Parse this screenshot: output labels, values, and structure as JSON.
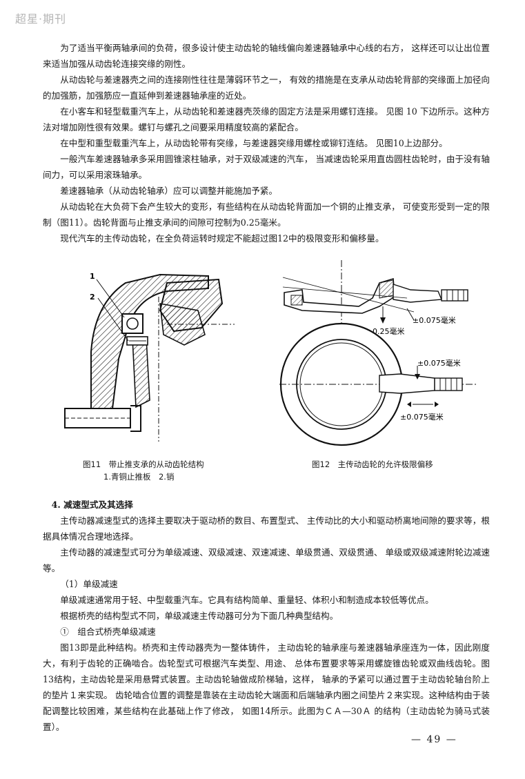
{
  "header": {
    "watermark": "超星·期刊"
  },
  "paragraphs_top": [
    "为了适当平衡两轴承间的负荷，很多设计使主动齿轮的轴线偏向差速器轴承中心线的右方， 这样还可以让出位置来适当加强从动齿轮连接突缘的刚性。",
    "从动齿轮与差速器壳之间的连接刚性往往是薄弱环节之一， 有效的措施是在支承从动齿轮背部的突缘面上加径向的加强筋，加强筋应一直延伸到差速器轴承座的近处。",
    "在小客车和轻型载重汽车上，从动齿轮和差速器壳茨缘的固定方法是采用螺钉连接。 见图 10 下边所示。这种方法对增加刚性很有效果。螺钉与螺孔之间要采用精度较高的紧配合。",
    "在中型和重型载重汽车上，从动齿轮带有突缘，与差速器突缘用螺栓或铆钉连结。 见图10上边部分。",
    "一般汽车差速器轴承多采用圆锥滚柱轴承，对于双级减速的汽车， 当减速齿轮采用直齿圆柱齿轮时，由于没有轴间力，可以采用滚珠轴承。",
    "差速器轴承（从动齿轮轴承）应可以调整并能施加予紧。",
    "从动齿轮在大负荷下会产生较大的变形，有些结构在从动齿轮背面加一个铜的止推支承， 可使变形受到一定的限制（图11）。齿轮背面与止推支承间的间隙可控制为0.25毫米。",
    "现代汽车的主传动齿轮，在全负荷运转时规定不能超过图12中的极限变形和偏移量。"
  ],
  "figure11": {
    "labels": [
      "1",
      "2"
    ],
    "caption_line1": "图11　带止推支承的从动齿轮结构",
    "caption_line2": "1.青铜止推板　2.销"
  },
  "figure12": {
    "dim_top": "±0.075毫米",
    "dim_gap": "0.25毫米",
    "dim_mid": "±0.075毫米",
    "dim_bottom": "±0.075毫米",
    "caption": "图12　主传动齿轮的允许极限偏移"
  },
  "section_heading": "4. 减速型式及其选择",
  "paragraphs_bottom": [
    "主传动器减速型式的选择主要取决于驱动桥的数目、布置型式、 主传动比的大小和驱动桥离地间隙的要求等，根据具体情况合理地选择。",
    "主传动器的减速型式可分为单级减速、双级减速、双速减速、单级贯通、双级贯通、 单级或双级减速附轮边减速等。",
    "（1）单级减速",
    "单级减速通常用于轻、中型载重汽车。它具有结构简单、重量轻、体积小和制造成本较低等优点。",
    "根据桥壳的结构型式不同，单级减速主传动器可分为下面几种典型结构。",
    "①　组合式桥壳单级减速",
    "图13即是此种结构。桥壳和主传动器壳为一整体铸件， 主动齿轮的轴承座与差速器轴承座连为一体，因此刚度大，有利于齿轮的正确啮合。齿轮型式可根据汽车类型、用途、 总体布置要求等采用螺旋锥齿轮或双曲线齿轮。图13结构，主动齿轮是采用悬臂式装置。主动齿轮轴做成阶梯轴，这样， 轴承的予紧可以通过置于主动齿轮轴台阶上的垫片１来实现。 齿轮啮合位置的调整是靠装在主动齿轮大端面和后端轴承内圈之间垫片２来实现。这种结构由于装配调整比较困难，某些结构在此基础上作了修改， 如图14所示。此图为ＣＡ—30Ａ 的结构（主动齿轮为骑马式装置）。"
  ],
  "footer": {
    "page_number": "— 49 —"
  }
}
